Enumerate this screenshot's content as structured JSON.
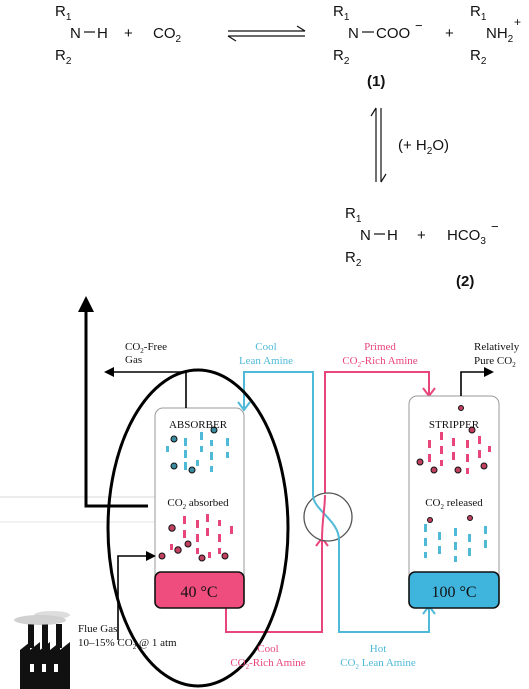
{
  "reaction": {
    "amine": {
      "r1": "R",
      "r1_sub": "1",
      "n": "N",
      "h": "H",
      "r2": "R",
      "r2_sub": "2"
    },
    "plus": "+",
    "co2": "CO",
    "co2_sub": "2",
    "carbamate": {
      "group": "N",
      "coo": "COO",
      "charge": "−"
    },
    "ammonium": {
      "nh": "NH",
      "sub": "2",
      "charge": "+"
    },
    "product1_label": "(1)",
    "water": "(+  H",
    "water_sub": "2",
    "water_end": "O)",
    "bicarbonate": "HCO",
    "bicarbonate_sub": "3",
    "bicarbonate_charge": "−",
    "product2_label": "(2)"
  },
  "process": {
    "co2_free_gas": {
      "line1": "CO",
      "line1_sub": "2",
      "line1_end": "-Free",
      "line2": "Gas"
    },
    "cool_lean_amine": {
      "line1": "Cool",
      "line2": "Lean Amine"
    },
    "primed_rich_amine": {
      "line1": "Primed",
      "line2": "CO",
      "line2_sub": "2",
      "line2_end": "-Rich Amine"
    },
    "pure_co2": {
      "line1": "Relatively",
      "line2": "Pure CO",
      "line2_sub": "2"
    },
    "absorber": {
      "title": "ABSORBER",
      "status": "CO",
      "status_sub": "2",
      "status_end": " absorbed",
      "temperature": "40 °C"
    },
    "stripper": {
      "title": "STRIPPER",
      "status": "CO",
      "status_sub": "2",
      "status_end": " released",
      "temperature": "100 °C"
    },
    "flue_gas": {
      "line1": "Flue Gas",
      "line2": "10–15% CO",
      "line2_sub": "2",
      "line2_end": " @ 1 atm"
    },
    "cool_rich_amine": {
      "line1": "Cool",
      "line2": "CO",
      "line2_sub": "2",
      "line2_end": "-Rich Amine"
    },
    "hot_lean_amine": {
      "line1": "Hot",
      "line2": "CO",
      "line2_sub": "2",
      "line2_end": " Lean Amine"
    }
  },
  "colors": {
    "pink": "#e8457a",
    "blue": "#4fb9d8",
    "black": "#000000"
  }
}
